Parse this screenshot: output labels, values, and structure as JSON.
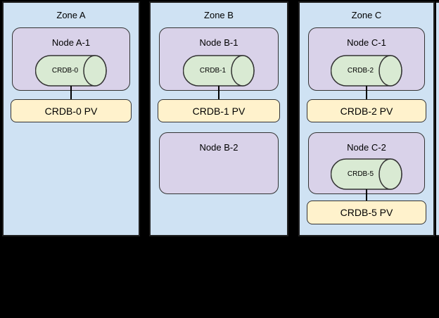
{
  "colors": {
    "background": "#000000",
    "zone-fill": "#cfe2f3",
    "zone-border": "#1f1f1f",
    "node-fill": "#d9d2e9",
    "cylinder-fill": "#d9ead3",
    "pv-fill": "#fff2cc",
    "shape-border": "#333333",
    "text": "#000000"
  },
  "zones": [
    {
      "label": "Zone A",
      "nodes": [
        {
          "label": "Node A-1",
          "cylinder": "CRDB-0",
          "pv": "CRDB-0 PV"
        }
      ]
    },
    {
      "label": "Zone B",
      "nodes": [
        {
          "label": "Node B-1",
          "cylinder": "CRDB-1",
          "pv": "CRDB-1 PV"
        },
        {
          "label": "Node B-2"
        }
      ]
    },
    {
      "label": "Zone C",
      "nodes": [
        {
          "label": "Node C-1",
          "cylinder": "CRDB-2",
          "pv": "CRDB-2 PV"
        },
        {
          "label": "Node C-2",
          "cylinder": "CRDB-5",
          "pv": "CRDB-5 PV"
        }
      ]
    }
  ]
}
